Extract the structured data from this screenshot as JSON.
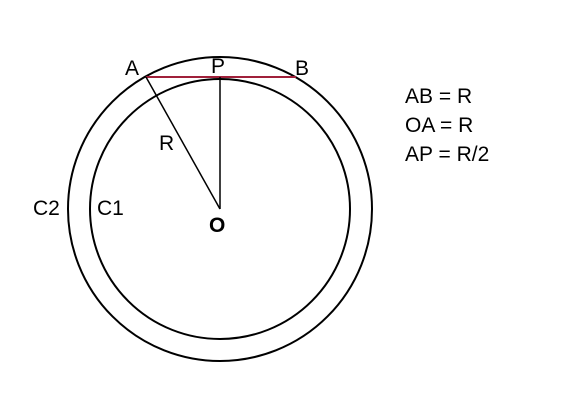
{
  "diagram": {
    "points": {
      "A": "A",
      "P": "P",
      "B": "B",
      "O": "O"
    },
    "segment_label": "R",
    "circles": {
      "outer": "C2",
      "inner": "C1"
    },
    "equations": [
      "AB = R",
      "OA = R",
      "AP = R/2"
    ],
    "colors": {
      "stroke": "#000000",
      "chord": "#a0203a",
      "background": "#ffffff"
    }
  }
}
